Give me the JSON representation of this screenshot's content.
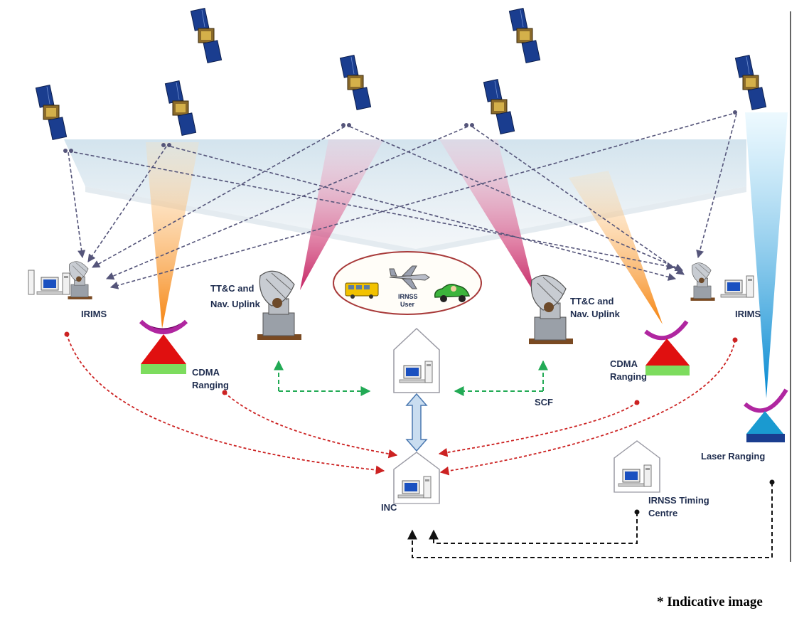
{
  "labels": {
    "irims_left": "IRIMS",
    "irims_right": "IRIMS",
    "ttc_left_line1": "TT&C and",
    "ttc_left_line2": "Nav. Uplink",
    "ttc_right_line1": "TT&C and",
    "ttc_right_line2": "Nav. Uplink",
    "user_line1": "IRNSS",
    "user_line2": "User",
    "cdma_left_line1": "CDMA",
    "cdma_left_line2": "Ranging",
    "cdma_right_line1": "CDMA",
    "cdma_right_line2": "Ranging",
    "scf": "SCF",
    "inc": "INC",
    "laser": "Laser Ranging",
    "timing_line1": "IRNSS Timing",
    "timing_line2": "Centre"
  },
  "footnote": "* Indicative  image",
  "icons": {
    "satellite": "satellite-icon",
    "dish": "dish-antenna-icon",
    "building": "building-icon",
    "computer": "computer-icon",
    "bus": "bus-icon",
    "airplane": "airplane-icon",
    "car": "car-icon"
  },
  "colors": {
    "pink_beam": "#c2185b",
    "orange_beam": "#f5871f",
    "cyan_beam": "#1aa9e0",
    "link_line": "#55557a",
    "red_link": "#cc2222",
    "green_link": "#22aa55",
    "black_link": "#111111",
    "label": "#1f2d4f"
  }
}
